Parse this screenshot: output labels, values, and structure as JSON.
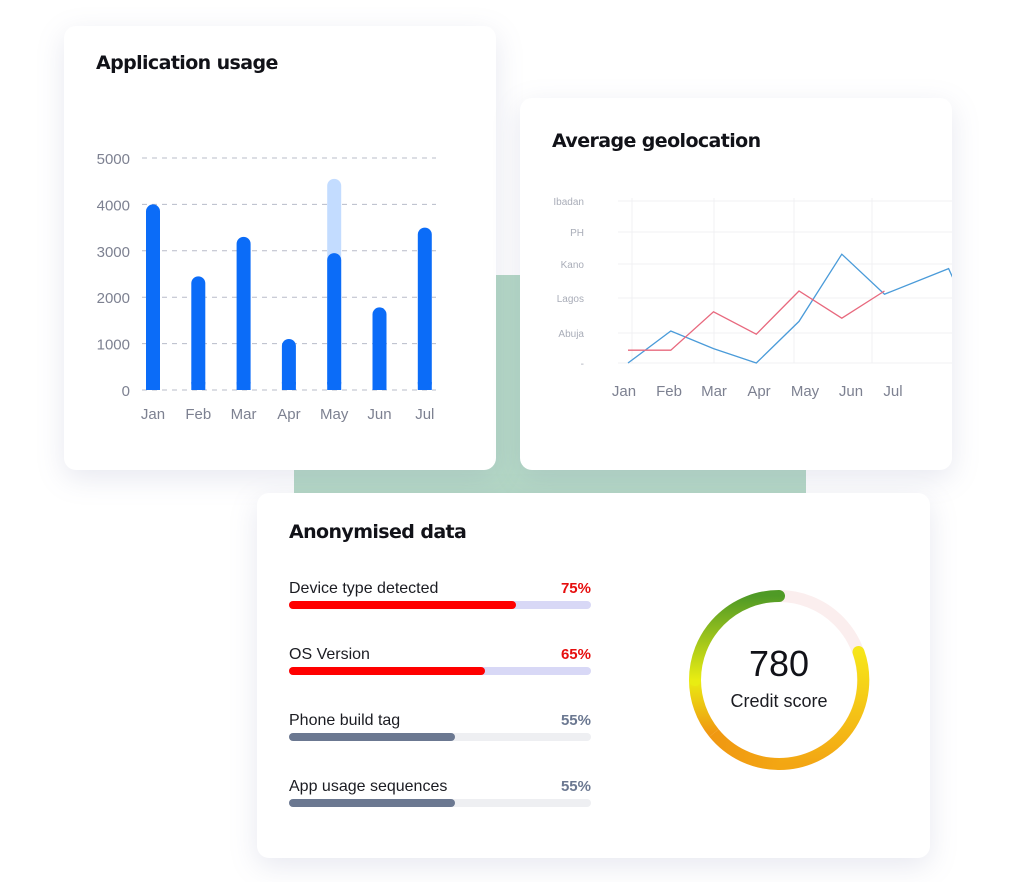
{
  "usage_card": {
    "title": "Application usage",
    "chart_data": {
      "type": "bar",
      "categories": [
        "Jan",
        "Feb",
        "Mar",
        "Apr",
        "May",
        "Jun",
        "Jul"
      ],
      "series": [
        {
          "values": [
            4000,
            2450,
            3300,
            1100,
            2950,
            1780,
            3500
          ]
        },
        {
          "values": [
            null,
            null,
            null,
            null,
            4550,
            null,
            null
          ]
        }
      ],
      "yticks": [
        0,
        1000,
        2000,
        3000,
        4000,
        5000
      ],
      "ylim": [
        0,
        5000
      ],
      "grid": true,
      "colors": {
        "primary": "#0b6cf8",
        "secondary": "#c3dcff"
      }
    }
  },
  "geo_card": {
    "title": "Average geolocation",
    "chart_data": {
      "type": "line",
      "categories": [
        "Jan",
        "Feb",
        "Mar",
        "Apr",
        "May",
        "Jun",
        "Jul"
      ],
      "y_categories": [
        "-",
        "Abuja",
        "Lagos",
        "Kano",
        "PH",
        "Ibadan"
      ],
      "grid": true,
      "series": [
        {
          "color": "#4a9bd9",
          "points": [
            [
              0,
              0
            ],
            [
              0.5,
              1.0
            ],
            [
              1.0,
              0.45
            ],
            [
              1.5,
              0
            ],
            [
              2.0,
              1.3
            ],
            [
              2.5,
              3.4
            ],
            [
              3.0,
              2.15
            ],
            [
              3.75,
              2.95
            ],
            [
              4.25,
              0
            ]
          ]
        },
        {
          "color": "#e8697e",
          "points": [
            [
              0,
              0.4
            ],
            [
              0.5,
              0.4
            ],
            [
              1.0,
              1.6
            ],
            [
              1.5,
              0.9
            ],
            [
              2.0,
              2.25
            ],
            [
              2.5,
              1.4
            ],
            [
              3.0,
              2.25
            ]
          ]
        }
      ]
    }
  },
  "anon_card": {
    "title": "Anonymised data",
    "metrics": [
      {
        "label": "Device type detected",
        "value": "75%",
        "fraction": 0.75,
        "value_color": "#e60e0e",
        "fill_color": "#ff0000",
        "track_color": "#d8d8f6"
      },
      {
        "label": "OS Version",
        "value": "65%",
        "fraction": 0.65,
        "value_color": "#e60e0e",
        "fill_color": "#ff0000",
        "track_color": "#d8d8f6"
      },
      {
        "label": "Phone build tag",
        "value": "55%",
        "fraction": 0.55,
        "value_color": "#6b7891",
        "fill_color": "#6b7891",
        "track_color": "#eeeff2"
      },
      {
        "label": "App usage sequences",
        "value": "55%",
        "fraction": 0.55,
        "value_color": "#6b7891",
        "fill_color": "#6b7891",
        "track_color": "#eeeff2"
      }
    ],
    "credit": {
      "score": "780",
      "label": "Credit score",
      "fraction": 0.85
    }
  }
}
